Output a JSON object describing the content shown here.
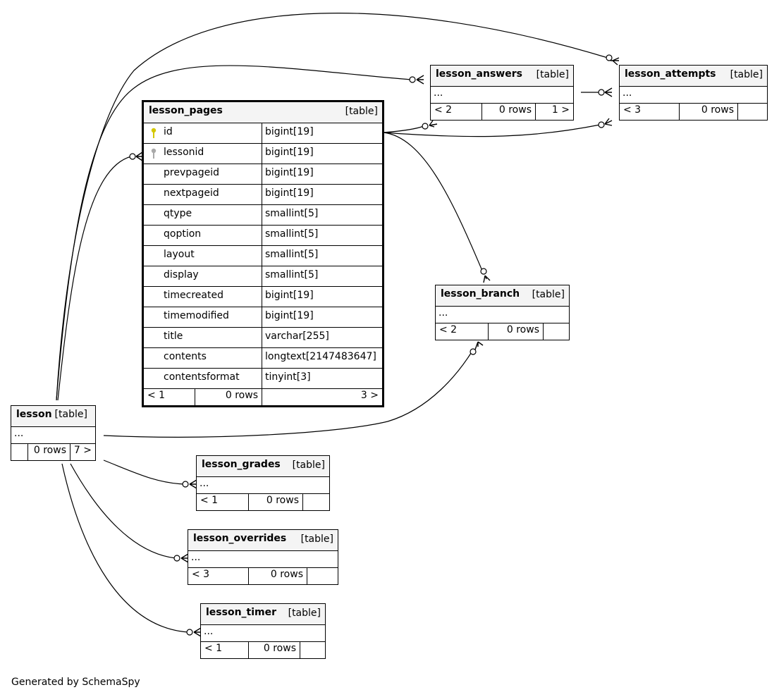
{
  "footer": "Generated by SchemaSpy",
  "tables": {
    "lesson_pages": {
      "name": "lesson_pages",
      "type": "[table]",
      "columns": [
        {
          "name": "id",
          "type": "bigint[19]",
          "key": "primary"
        },
        {
          "name": "lessonid",
          "type": "bigint[19]",
          "key": "foreign"
        },
        {
          "name": "prevpageid",
          "type": "bigint[19]"
        },
        {
          "name": "nextpageid",
          "type": "bigint[19]"
        },
        {
          "name": "qtype",
          "type": "smallint[5]"
        },
        {
          "name": "qoption",
          "type": "smallint[5]"
        },
        {
          "name": "layout",
          "type": "smallint[5]"
        },
        {
          "name": "display",
          "type": "smallint[5]"
        },
        {
          "name": "timecreated",
          "type": "bigint[19]"
        },
        {
          "name": "timemodified",
          "type": "bigint[19]"
        },
        {
          "name": "title",
          "type": "varchar[255]"
        },
        {
          "name": "contents",
          "type": "longtext[2147483647]"
        },
        {
          "name": "contentsformat",
          "type": "tinyint[3]"
        }
      ],
      "parents": "< 1",
      "rows": "0 rows",
      "children": "3 >"
    },
    "lesson_answers": {
      "name": "lesson_answers",
      "type": "[table]",
      "body": "...",
      "parents": "< 2",
      "rows": "0 rows",
      "children": "1 >"
    },
    "lesson_attempts": {
      "name": "lesson_attempts",
      "type": "[table]",
      "body": "...",
      "parents": "< 3",
      "rows": "0 rows",
      "children": ""
    },
    "lesson_branch": {
      "name": "lesson_branch",
      "type": "[table]",
      "body": "...",
      "parents": "< 2",
      "rows": "0 rows",
      "children": ""
    },
    "lesson": {
      "name": "lesson",
      "type": "[table]",
      "body": "...",
      "parents": "",
      "rows": "0 rows",
      "children": "7 >"
    },
    "lesson_grades": {
      "name": "lesson_grades",
      "type": "[table]",
      "body": "...",
      "parents": "< 1",
      "rows": "0 rows",
      "children": ""
    },
    "lesson_overrides": {
      "name": "lesson_overrides",
      "type": "[table]",
      "body": "...",
      "parents": "< 3",
      "rows": "0 rows",
      "children": ""
    },
    "lesson_timer": {
      "name": "lesson_timer",
      "type": "[table]",
      "body": "...",
      "parents": "< 1",
      "rows": "0 rows",
      "children": ""
    }
  },
  "colors": {
    "primary_key": "#d4c800",
    "foreign_key": "#aaaaaa",
    "header_bg": "#f4f4f4"
  }
}
